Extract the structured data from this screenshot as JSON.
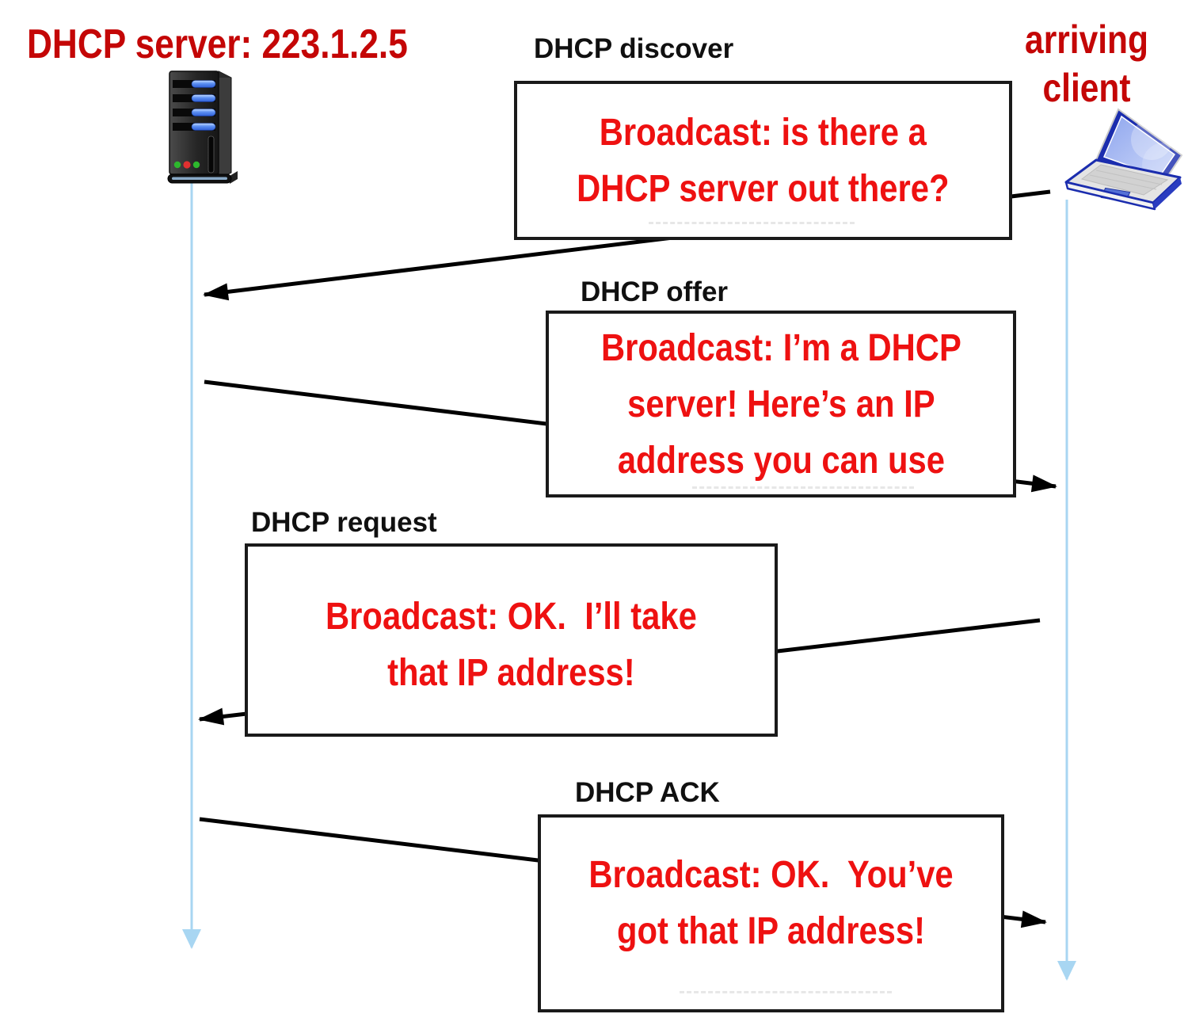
{
  "server": {
    "label": "DHCP server: 223.1.2.5",
    "icon": "server-tower-icon"
  },
  "client": {
    "label_lines": [
      "arriving",
      "client"
    ],
    "icon": "laptop-icon"
  },
  "messages": [
    {
      "label": "DHCP discover",
      "lines": [
        "Broadcast: is there a",
        "DHCP server out there?"
      ],
      "from": "client",
      "to": "server"
    },
    {
      "label": "DHCP offer",
      "lines": [
        "Broadcast: I’m a DHCP",
        "server! Here’s an IP",
        "address you can use"
      ],
      "from": "server",
      "to": "client"
    },
    {
      "label": "DHCP request",
      "lines": [
        "Broadcast: OK.  I’ll take",
        "that IP address!"
      ],
      "from": "client",
      "to": "server"
    },
    {
      "label": "DHCP ACK",
      "lines": [
        "Broadcast: OK.  You’ve",
        "got that IP address!"
      ],
      "from": "server",
      "to": "client"
    }
  ],
  "colors": {
    "message_text_red": "#ee1111",
    "actor_title_red": "#c40606",
    "arrow_black": "#000000",
    "lifeline_blue": "#a8d6f2",
    "box_border": "#1a1a1a"
  }
}
